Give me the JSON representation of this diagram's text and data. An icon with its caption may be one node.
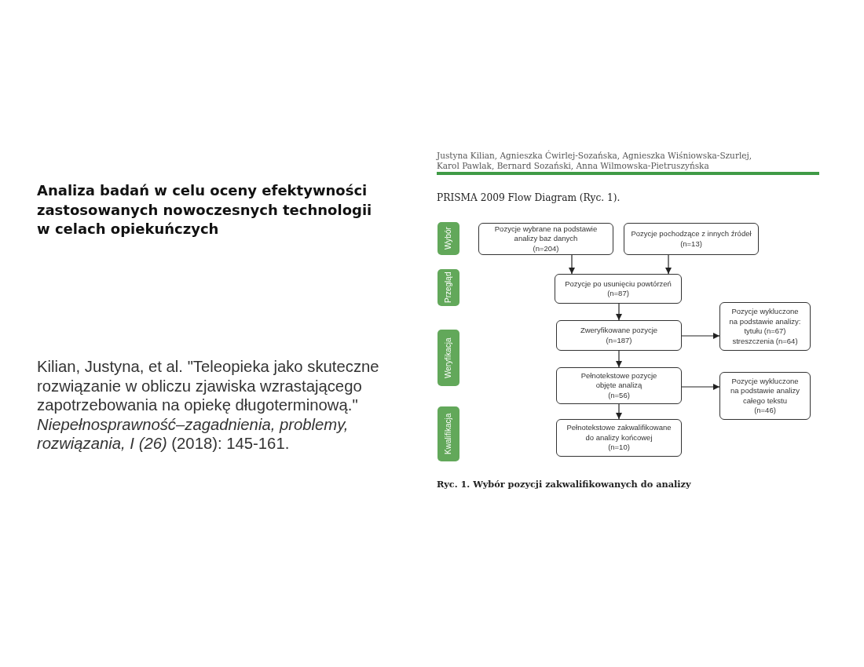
{
  "diagram": {
    "title": "Analiza badań w celu oceny efektywności zastosowanych nowoczesnych technologii w celach opiekuńczych",
    "caption": "Ryc. 1. Wybór pozycji zakwalifikowanych do analizy",
    "nodes": [
      {
        "text": [
          "Wybór"
        ]
      },
      {
        "text": [
          "Przegląd"
        ]
      },
      {
        "text": [
          "Weryfikacja"
        ]
      },
      {
        "text": [
          "Kwalifikacja"
        ]
      },
      {
        "text": [
          "Pozycje wybrane na podstawie analizy baz danych",
          "(n=204)"
        ]
      },
      {
        "text": [
          "Pozycje pochodzące z innych źródeł",
          "(n=13)"
        ]
      },
      {
        "text": [
          "Pozycje po usunięciu powtórzeń",
          "(n=87)"
        ]
      },
      {
        "text": [
          "Zweryfikowane pozycje",
          "(n=187)"
        ]
      },
      {
        "text": [
          "Pozycje wykluczone na podstawie analizy:",
          "tytułu (n=67)",
          "streszczenia (n=64)"
        ]
      },
      {
        "text": [
          "Pełnotekstowe pozycje objęte analizą",
          "(n=56)"
        ]
      },
      {
        "text": [
          "Pozycje wykluczone na podstawie analizy całego tekstu",
          "(n=46)"
        ]
      },
      {
        "text": [
          "Pełnotekstowe zakwalifikowane do analizy końcowej",
          "(n=10)"
        ]
      }
    ],
    "edges": [
      {
        "from": 4,
        "to": 6,
        "arrow": "to"
      },
      {
        "from": 5,
        "to": 6,
        "arrow": "to"
      },
      {
        "from": 6,
        "to": 7,
        "arrow": "to"
      },
      {
        "from": 7,
        "to": 8,
        "arrow": "to"
      },
      {
        "from": 7,
        "to": 9,
        "arrow": "to"
      },
      {
        "from": 9,
        "to": 10,
        "arrow": "to"
      },
      {
        "from": 9,
        "to": 11,
        "arrow": "to"
      }
    ],
    "labels": [
      "Justyna Kilian, Agnieszka Ćwirlej-Sozańska, Agnieszka Wiśniowska-Szurlej, Karol Pawlak, Bernard Sozański, Anna Wilmowska-Pietruszyńska",
      "PRISMA 2009 Flow Diagram (Ryc. 1).",
      "Kilian, Justyna, et al. \"Teleopieka jako skuteczne rozwiązanie w obliczu zjawiska wzrastającego zapotrzebowania na opiekę długoterminową.\" *Niepełnosprawność–zagadnienia, problemy, rozwiązania, I (26)* (2018): 145-161."
    ]
  }
}
